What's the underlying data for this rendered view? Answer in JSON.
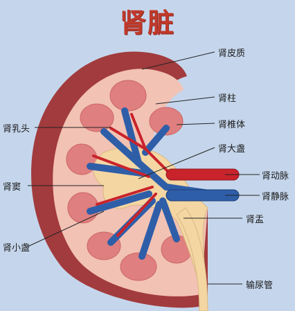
{
  "title": "肾脏",
  "labels": {
    "renal_cortex": "肾皮质",
    "renal_column": "肾柱",
    "renal_pyramid": "肾椎体",
    "renal_papilla": "肾乳头",
    "major_calyx": "肾大盏",
    "renal_artery": "肾动脉",
    "renal_vein": "肾静脉",
    "renal_sinus": "肾窦",
    "renal_pelvis": "肾盂",
    "minor_calyx": "肾小盏",
    "ureter": "输尿管"
  },
  "colors": {
    "background": "#c5d6ec",
    "capsule": "#a23b3d",
    "cortex": "#f2c2b4",
    "pyramid": "#e07f7f",
    "pelvis": "#f4d6a3",
    "vein": "#2f5ea8",
    "artery": "#c9232b"
  }
}
